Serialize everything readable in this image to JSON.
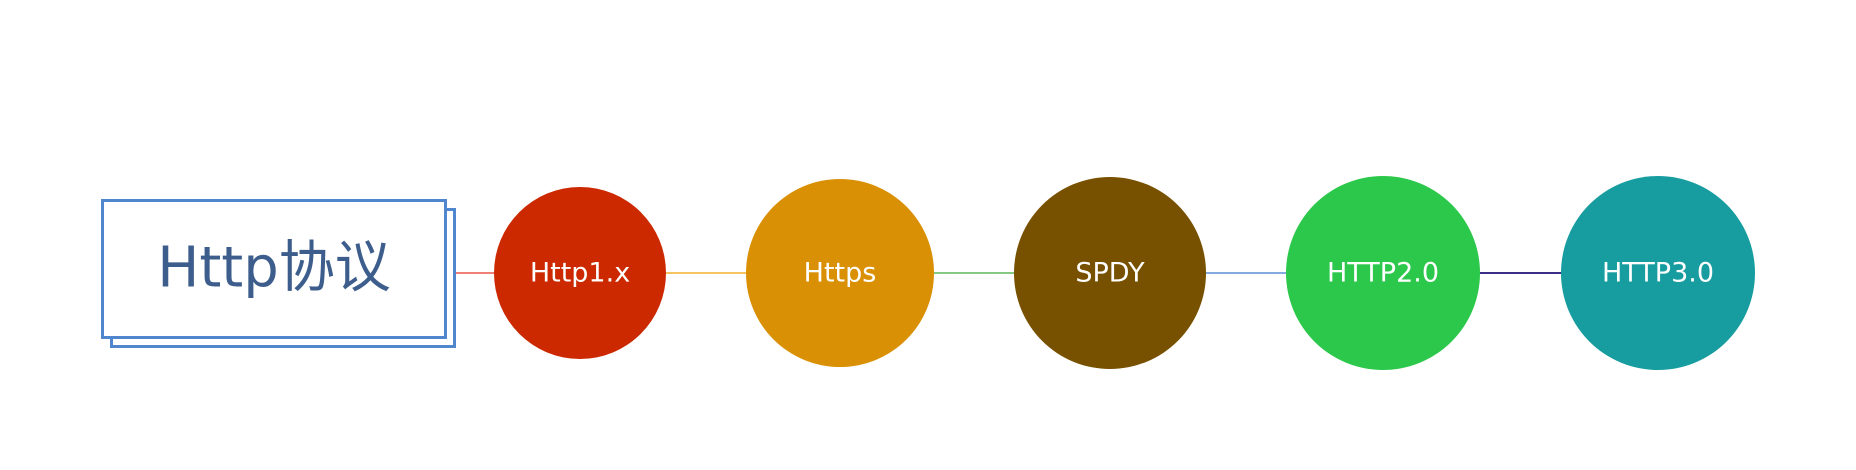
{
  "diagram": {
    "title": "Http协议",
    "title_color": "#3D5E8C",
    "frame_color": "#4F86CE",
    "nodes": [
      {
        "label": "Http1.x",
        "color": "#CC2900"
      },
      {
        "label": "Https",
        "color": "#DA9005"
      },
      {
        "label": "SPDY",
        "color": "#785100"
      },
      {
        "label": "HTTP2.0",
        "color": "#2CC84B"
      },
      {
        "label": "HTTP3.0",
        "color": "#179DA0"
      }
    ],
    "connectors": [
      {
        "from": "Http协议",
        "to": "Http1.x",
        "color": "#E8574A"
      },
      {
        "from": "Http1.x",
        "to": "Https",
        "color": "#F3B12C"
      },
      {
        "from": "Https",
        "to": "SPDY",
        "color": "#5DB85A"
      },
      {
        "from": "SPDY",
        "to": "HTTP2.0",
        "color": "#5B8DD6"
      },
      {
        "from": "HTTP2.0",
        "to": "HTTP3.0",
        "color": "#3B2E86"
      }
    ]
  }
}
